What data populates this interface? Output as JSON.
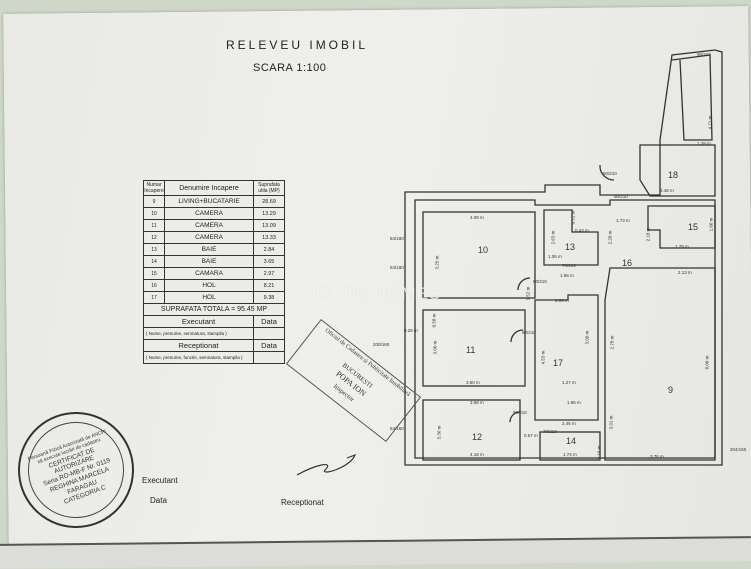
{
  "header": {
    "title": "RELEVEU IMOBIL",
    "scale": "SCARA 1:100"
  },
  "table": {
    "col_nr": "Numar Incapere",
    "col_name": "Denumire Incapere",
    "col_area": "Suprafata utila (MP)",
    "rows": [
      {
        "nr": "9",
        "name": "LIVING+BUCATARIE",
        "area": "28.69"
      },
      {
        "nr": "10",
        "name": "CAMERA",
        "area": "13.29"
      },
      {
        "nr": "11",
        "name": "CAMERA",
        "area": "13.09"
      },
      {
        "nr": "12",
        "name": "CAMERA",
        "area": "13.33"
      },
      {
        "nr": "13",
        "name": "BAIE",
        "area": "2.84"
      },
      {
        "nr": "14",
        "name": "BAIE",
        "area": "3.65"
      },
      {
        "nr": "15",
        "name": "CAMARA",
        "area": "2.97"
      },
      {
        "nr": "16",
        "name": "HOL",
        "area": "8.21"
      },
      {
        "nr": "17",
        "name": "HOL",
        "area": "9.38"
      }
    ],
    "total": "SUPRAFATA TOTALA = 95.45 MP",
    "executant": "Executant",
    "executant_date": "Data",
    "executant_note": "( Nume, prenume, semnatura, stampila )",
    "receptionat": "Receptionat",
    "receptionat_date": "Data",
    "receptionat_note": "( Nume, prenume, functie, semnatura, stampila )"
  },
  "watermark": "ELITE HOMES",
  "plan": {
    "rooms": [
      "10",
      "11",
      "12",
      "13",
      "14",
      "15",
      "16",
      "17",
      "18",
      "9"
    ],
    "dims": [
      "4.09 m",
      "3.25 m",
      "3.60 m",
      "3.00 m",
      "3.58 m",
      "3.36 m",
      "4.18 m",
      "1.74 m",
      "2.63 m",
      "0.72 m",
      "0.43 m",
      "1.06 m",
      "1.98 m",
      "1.73 m",
      "2.28 m",
      "2.18 m",
      "1.79 m",
      "1.66 m",
      "2.13 m",
      "8.08 m",
      "3.76 m",
      "2.06 m",
      "3.00 m",
      "1.27 m",
      "1.85 m",
      "2.46 m",
      "4.53 m",
      "2.78 m",
      "3.91 m",
      "1.28 m",
      "3.48 m",
      "4.71 m",
      "0.28 m",
      "0.57 m",
      "1.52 m",
      "0.58 m",
      "2.16 m"
    ],
    "doors": [
      "90/210",
      "90/210",
      "70/210",
      "90/210",
      "90/210",
      "70/210",
      "90/210",
      "90/210",
      "84/180",
      "84/180",
      "200/160",
      "84/160",
      "204/160"
    ]
  },
  "stamps": {
    "round": [
      "Persoană Fizică Autorizată de ANCPI să execute lucrări de cadastru",
      "CERTIFICAT DE AUTORIZARE",
      "Seria RO-MB-F Nr. 0119",
      "REGHINA MARCELA",
      "FARAGAU",
      "CATEGORIA C"
    ],
    "rect": [
      "Oficiul de Cadastru și Publicitate Imobiliară",
      "BUCUREȘTI",
      "POPA ION",
      "Inspector"
    ]
  },
  "footer": {
    "executant": "Executant",
    "data": "Data",
    "receptionat": "Receptionat"
  }
}
